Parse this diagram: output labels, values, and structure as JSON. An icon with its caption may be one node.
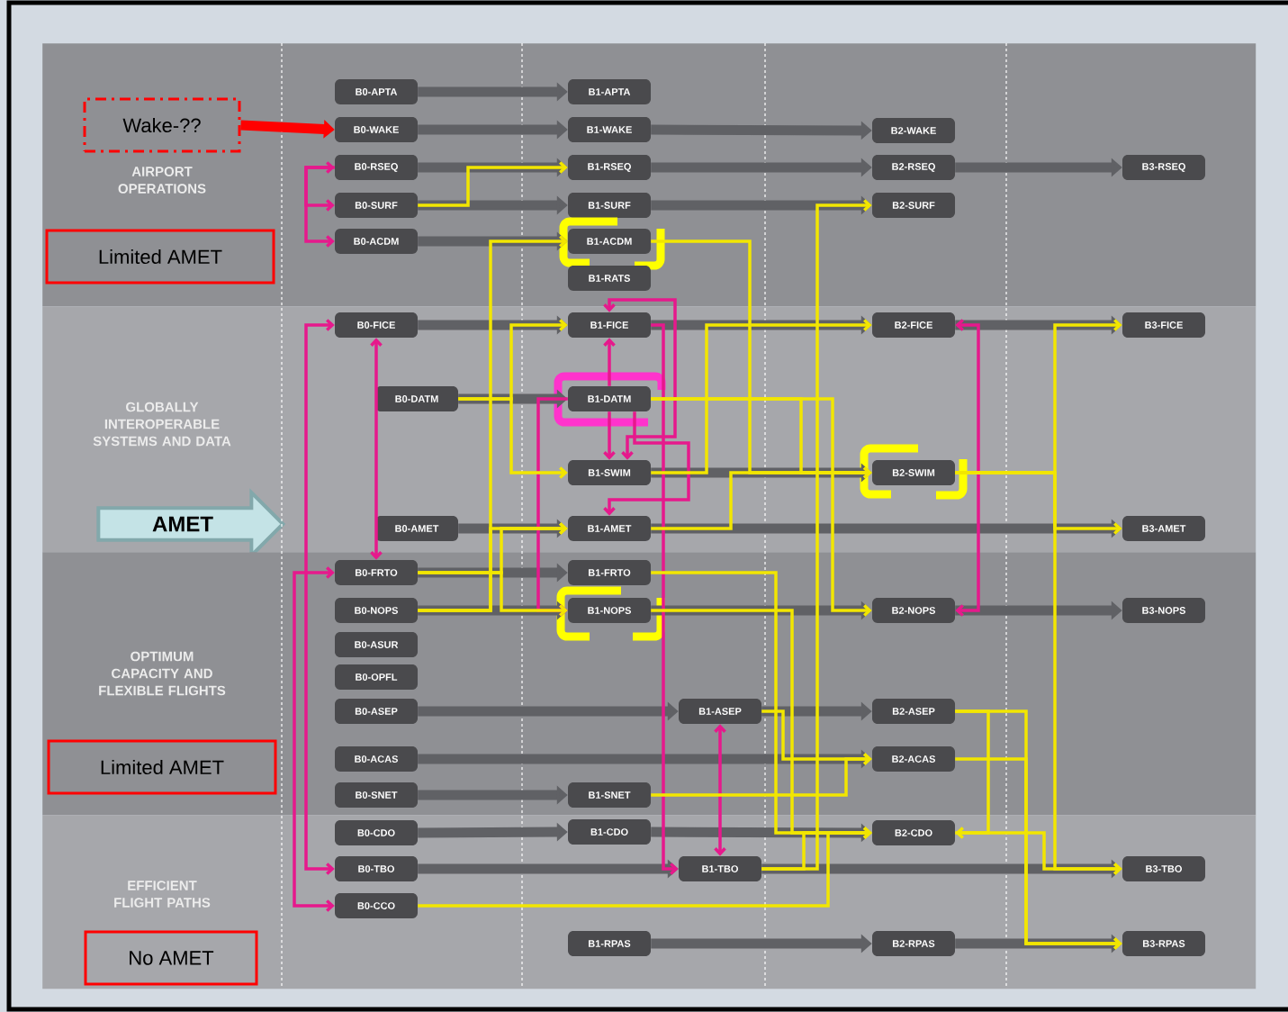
{
  "diagram": {
    "nodes": [
      {
        "text": [
          "AIRPORT OPERATIONS"
        ]
      },
      {
        "text": [
          "Wake-??"
        ],
        "in": 0
      },
      {
        "text": [
          "Limited AMET"
        ],
        "in": 0
      },
      {
        "text": [
          "B0-APTA"
        ],
        "in": 0
      },
      {
        "text": [
          "B1-APTA"
        ],
        "in": 0
      },
      {
        "text": [
          "B0-WAKE"
        ],
        "in": 0
      },
      {
        "text": [
          "B1-WAKE"
        ],
        "in": 0
      },
      {
        "text": [
          "B2-WAKE"
        ],
        "in": 0
      },
      {
        "text": [
          "B0-RSEQ"
        ],
        "in": 0
      },
      {
        "text": [
          "B1-RSEQ"
        ],
        "in": 0
      },
      {
        "text": [
          "B2-RSEQ"
        ],
        "in": 0
      },
      {
        "text": [
          "B3-RSEQ"
        ],
        "in": 0
      },
      {
        "text": [
          "B0-SURF"
        ],
        "in": 0
      },
      {
        "text": [
          "B1-SURF"
        ],
        "in": 0
      },
      {
        "text": [
          "B2-SURF"
        ],
        "in": 0
      },
      {
        "text": [
          "B0-ACDM"
        ],
        "in": 0
      },
      {
        "text": [
          "B1-ACDM"
        ],
        "in": 0
      },
      {
        "text": [
          "B1-RATS"
        ],
        "in": 0
      },
      {
        "text": [
          "GLOBALLY INTEROPERABLE SYSTEMS AND DATA"
        ]
      },
      {
        "text": [
          "AMET"
        ],
        "in": 18
      },
      {
        "text": [
          "B0-FICE"
        ],
        "in": 18
      },
      {
        "text": [
          "B1-FICE"
        ],
        "in": 18
      },
      {
        "text": [
          "B2-FICE"
        ],
        "in": 18
      },
      {
        "text": [
          "B3-FICE"
        ],
        "in": 18
      },
      {
        "text": [
          "B0-DATM"
        ],
        "in": 18
      },
      {
        "text": [
          "B1-DATM"
        ],
        "in": 18
      },
      {
        "text": [
          "B1-SWIM"
        ],
        "in": 18
      },
      {
        "text": [
          "B2-SWIM"
        ],
        "in": 18
      },
      {
        "text": [
          "B0-AMET"
        ],
        "in": 18
      },
      {
        "text": [
          "B1-AMET"
        ],
        "in": 18
      },
      {
        "text": [
          "B3-AMET"
        ],
        "in": 18
      },
      {
        "text": [
          "OPTIMUM CAPACITY AND FLEXIBLE FLIGHTS"
        ]
      },
      {
        "text": [
          "Limited AMET"
        ],
        "in": 31
      },
      {
        "text": [
          "B0-FRTO"
        ],
        "in": 31
      },
      {
        "text": [
          "B1-FRTO"
        ],
        "in": 31
      },
      {
        "text": [
          "B0-NOPS"
        ],
        "in": 31
      },
      {
        "text": [
          "B1-NOPS"
        ],
        "in": 31
      },
      {
        "text": [
          "B2-NOPS"
        ],
        "in": 31
      },
      {
        "text": [
          "B3-NOPS"
        ],
        "in": 31
      },
      {
        "text": [
          "B0-ASUR"
        ],
        "in": 31
      },
      {
        "text": [
          "B0-OPFL"
        ],
        "in": 31
      },
      {
        "text": [
          "B0-ASEP"
        ],
        "in": 31
      },
      {
        "text": [
          "B1-ASEP"
        ],
        "in": 31
      },
      {
        "text": [
          "B2-ASEP"
        ],
        "in": 31
      },
      {
        "text": [
          "B0-ACAS"
        ],
        "in": 31
      },
      {
        "text": [
          "B2-ACAS"
        ],
        "in": 31
      },
      {
        "text": [
          "B0-SNET"
        ],
        "in": 31
      },
      {
        "text": [
          "B1-SNET"
        ],
        "in": 31
      },
      {
        "text": [
          "EFFICIENT FLIGHT PATHS"
        ]
      },
      {
        "text": [
          "No AMET"
        ],
        "in": 48
      },
      {
        "text": [
          "B0-CDO"
        ],
        "in": 48
      },
      {
        "text": [
          "B1-CDO"
        ],
        "in": 48
      },
      {
        "text": [
          "B2-CDO"
        ],
        "in": 48
      },
      {
        "text": [
          "B0-TBO"
        ],
        "in": 48
      },
      {
        "text": [
          "B1-TBO"
        ],
        "in": 48
      },
      {
        "text": [
          "B3-TBO"
        ],
        "in": 48
      },
      {
        "text": [
          "B0-CCO"
        ],
        "in": 48
      },
      {
        "text": [
          "B1-RPAS"
        ],
        "in": 48
      },
      {
        "text": [
          "B2-RPAS"
        ],
        "in": 48
      },
      {
        "text": [
          "B3-RPAS"
        ],
        "in": 48
      }
    ],
    "edges": [
      {
        "from": 3,
        "to": 4,
        "arrow": "to",
        "style": "thick"
      },
      {
        "from": 5,
        "to": 6,
        "arrow": "to",
        "style": "thick"
      },
      {
        "from": 6,
        "to": 7,
        "arrow": "to",
        "style": "thick"
      },
      {
        "from": 8,
        "to": 9,
        "arrow": "to",
        "style": "thick"
      },
      {
        "from": 9,
        "to": 10,
        "arrow": "to",
        "style": "thick"
      },
      {
        "from": 10,
        "to": 11,
        "arrow": "to",
        "style": "thick"
      },
      {
        "from": 12,
        "to": 13,
        "arrow": "to",
        "style": "thick"
      },
      {
        "from": 13,
        "to": 14,
        "arrow": "to",
        "style": "thick"
      },
      {
        "from": 15,
        "to": 16,
        "arrow": "to",
        "style": "thick"
      },
      {
        "from": 20,
        "to": 21,
        "arrow": "to",
        "style": "thick"
      },
      {
        "from": 21,
        "to": 22,
        "arrow": "to",
        "style": "thick"
      },
      {
        "from": 22,
        "to": 23,
        "arrow": "to",
        "style": "thick"
      },
      {
        "from": 24,
        "to": 25,
        "arrow": "to",
        "style": "thick"
      },
      {
        "from": 26,
        "to": 27,
        "arrow": "to",
        "style": "thick"
      },
      {
        "from": 28,
        "to": 29,
        "arrow": "to",
        "style": "thick"
      },
      {
        "from": 29,
        "to": 30,
        "arrow": "to",
        "style": "thick"
      },
      {
        "from": 33,
        "to": 34,
        "arrow": "to",
        "style": "thick"
      },
      {
        "from": 35,
        "to": 36,
        "arrow": "to",
        "style": "thick"
      },
      {
        "from": 36,
        "to": 37,
        "arrow": "to",
        "style": "thick"
      },
      {
        "from": 37,
        "to": 38,
        "arrow": "to",
        "style": "thick"
      },
      {
        "from": 41,
        "to": 42,
        "arrow": "to",
        "style": "thick"
      },
      {
        "from": 42,
        "to": 43,
        "arrow": "to",
        "style": "thick"
      },
      {
        "from": 44,
        "to": 45,
        "arrow": "to",
        "style": "thick"
      },
      {
        "from": 46,
        "to": 47,
        "arrow": "to",
        "style": "thick"
      },
      {
        "from": 50,
        "to": 51,
        "arrow": "to",
        "style": "thick"
      },
      {
        "from": 51,
        "to": 52,
        "arrow": "to",
        "style": "thick"
      },
      {
        "from": 53,
        "to": 54,
        "arrow": "to",
        "style": "thick"
      },
      {
        "from": 54,
        "to": 55,
        "arrow": "to",
        "style": "thick"
      },
      {
        "from": 57,
        "to": 58,
        "arrow": "to",
        "style": "thick"
      },
      {
        "from": 58,
        "to": 59,
        "arrow": "to",
        "style": "thick"
      },
      {
        "from": 1,
        "to": 5,
        "arrow": "to",
        "style": "thick",
        "color": "#ff0000"
      },
      {
        "from": 8,
        "to": 12,
        "arrow": "both",
        "color": "#e6198c"
      },
      {
        "from": 8,
        "to": 15,
        "arrow": "to",
        "color": "#e6198c"
      },
      {
        "from": 20,
        "to": 53,
        "arrow": "both",
        "color": "#e6198c"
      },
      {
        "from": 33,
        "to": 56,
        "arrow": "both",
        "color": "#e6198c"
      },
      {
        "from": 20,
        "to": 33,
        "arrow": "both",
        "color": "#e6198c"
      },
      {
        "from": 42,
        "to": 54,
        "arrow": "both",
        "color": "#e6198c"
      },
      {
        "from": 25,
        "to": 21,
        "arrow": "to",
        "color": "#e6198c"
      },
      {
        "from": 25,
        "to": 26,
        "arrow": "to",
        "color": "#e6198c"
      },
      {
        "from": 25,
        "to": 36,
        "arrow": "to",
        "color": "#e6198c"
      },
      {
        "from": 21,
        "to": 54,
        "arrow": "to",
        "color": "#e6198c"
      },
      {
        "from": 21,
        "to": 26,
        "arrow": "both",
        "color": "#e6198c"
      },
      {
        "from": 25,
        "to": 29,
        "arrow": "to",
        "color": "#e6198c"
      },
      {
        "from": 22,
        "to": 37,
        "arrow": "both",
        "color": "#e6198c"
      },
      {
        "from": 12,
        "to": 9,
        "arrow": "to",
        "color": "#f2e600"
      },
      {
        "from": 16,
        "to": 27,
        "arrow": "to",
        "color": "#f2e600"
      },
      {
        "from": 35,
        "to": 16,
        "arrow": "to",
        "color": "#f2e600"
      },
      {
        "from": 35,
        "to": 29,
        "arrow": "to",
        "color": "#f2e600"
      },
      {
        "from": 33,
        "to": 29,
        "arrow": "to",
        "color": "#f2e600"
      },
      {
        "from": 33,
        "to": 36,
        "arrow": "to",
        "color": "#f2e600"
      },
      {
        "from": 24,
        "to": 21,
        "arrow": "to",
        "color": "#f2e600"
      },
      {
        "from": 24,
        "to": 26,
        "arrow": "to",
        "color": "#f2e600"
      },
      {
        "from": 26,
        "to": 22,
        "arrow": "to",
        "color": "#f2e600"
      },
      {
        "from": 29,
        "to": 27,
        "arrow": "to",
        "color": "#f2e600"
      },
      {
        "from": 25,
        "to": 27,
        "arrow": "to",
        "color": "#f2e600"
      },
      {
        "from": 25,
        "to": 37,
        "arrow": "to",
        "color": "#f2e600"
      },
      {
        "from": 54,
        "to": 14,
        "arrow": "to",
        "color": "#f2e600"
      },
      {
        "from": 54,
        "to": 52,
        "arrow": "to",
        "color": "#f2e600"
      },
      {
        "from": 56,
        "to": 52,
        "arrow": "to",
        "color": "#f2e600"
      },
      {
        "from": 36,
        "to": 52,
        "arrow": "to",
        "color": "#f2e600"
      },
      {
        "from": 34,
        "to": 52,
        "arrow": "to",
        "color": "#f2e600"
      },
      {
        "from": 42,
        "to": 45,
        "arrow": "to",
        "color": "#f2e600"
      },
      {
        "from": 47,
        "to": 45,
        "arrow": "to",
        "color": "#f2e600"
      },
      {
        "from": 43,
        "to": 52,
        "arrow": "to",
        "color": "#f2e600"
      },
      {
        "from": 43,
        "to": 59,
        "arrow": "to",
        "color": "#f2e600"
      },
      {
        "from": 45,
        "to": 59,
        "arrow": "to",
        "color": "#f2e600"
      },
      {
        "from": 52,
        "to": 55,
        "arrow": "to",
        "color": "#f2e600"
      },
      {
        "from": 27,
        "to": 23,
        "arrow": "to",
        "color": "#f2e600"
      },
      {
        "from": 27,
        "to": 30,
        "arrow": "to",
        "color": "#f2e600"
      },
      {
        "from": 27,
        "to": 55,
        "arrow": "to",
        "color": "#f2e600"
      }
    ]
  }
}
